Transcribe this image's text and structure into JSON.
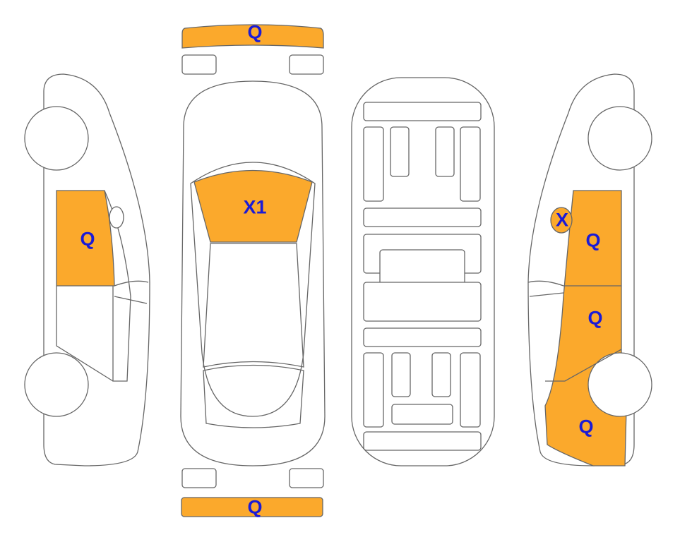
{
  "colors": {
    "damage": "#FBA92C",
    "label": "#1b1bd6",
    "outline": "#666666"
  },
  "labels": {
    "front_bumper": "Q",
    "windshield": "X1",
    "left_front_door": "Q",
    "right_small": "X",
    "right_front_door": "Q",
    "right_rear_door": "Q",
    "right_rear_quarter": "Q",
    "rear_bumper": "Q"
  }
}
